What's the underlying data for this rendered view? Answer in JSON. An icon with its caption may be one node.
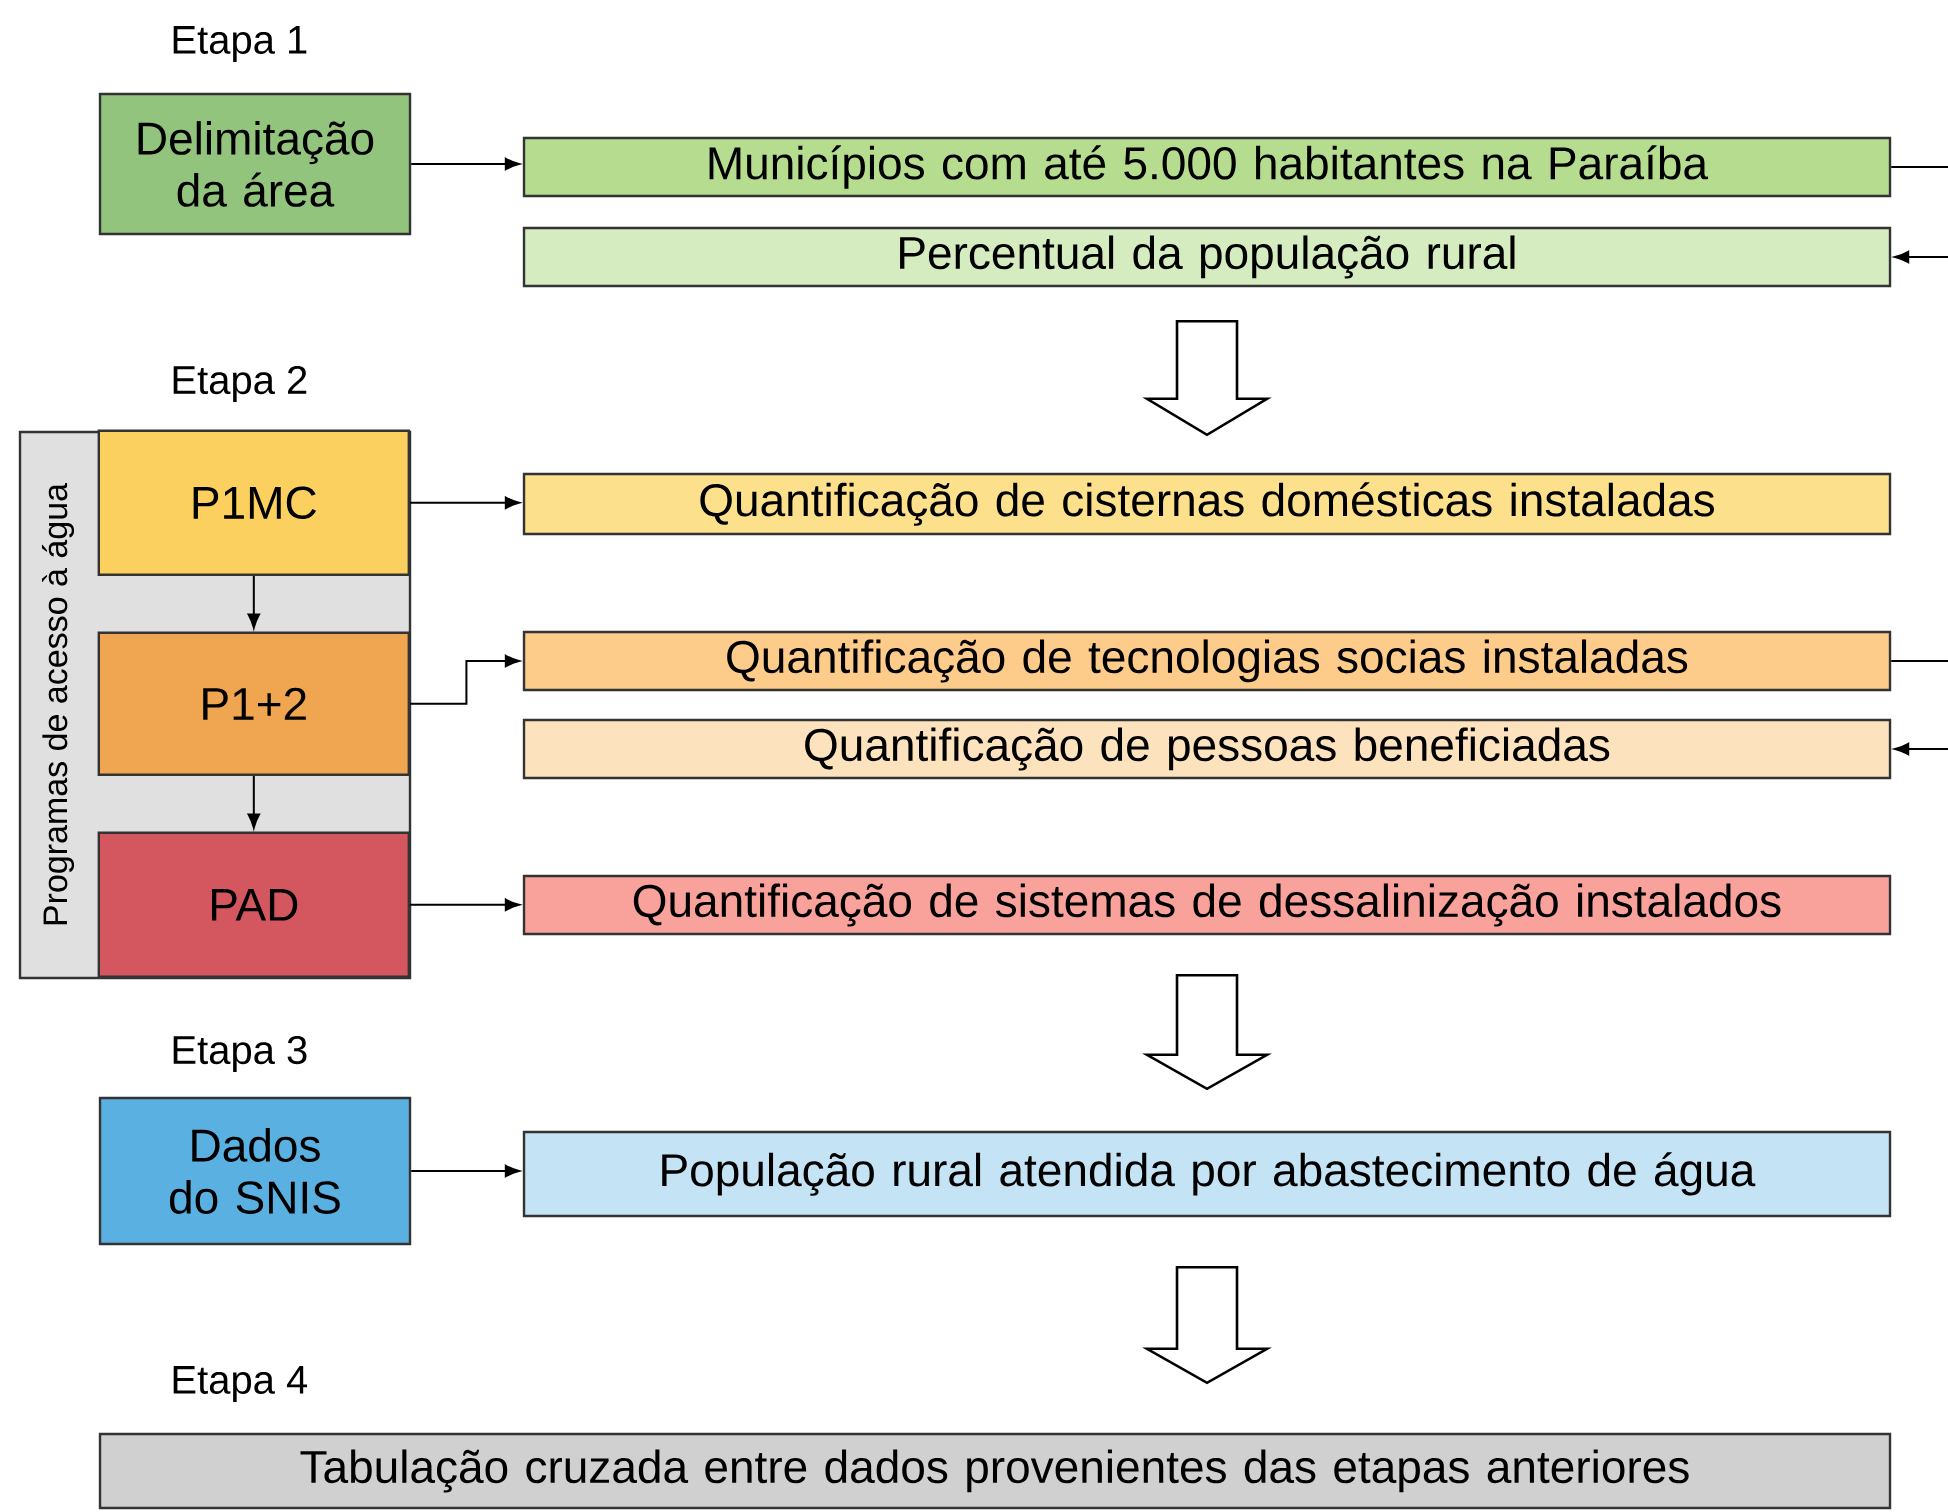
{
  "diagram": {
    "nodes": [
      {
        "text": [
          "Delimitação da área"
        ]
      },
      {
        "text": [
          "Municípios com até 5.000 habitantes na Paraíba"
        ]
      },
      {
        "text": [
          "Percentual da população rural"
        ]
      },
      {
        "text": [
          "Programas de acesso à água"
        ]
      },
      {
        "text": [
          "P1MC"
        ],
        "in": 3
      },
      {
        "text": [
          "P1+2"
        ],
        "in": 3
      },
      {
        "text": [
          "PAD"
        ],
        "in": 3
      },
      {
        "text": [
          "Quantificação de cisternas domésticas instaladas"
        ]
      },
      {
        "text": [
          "Quantificação de tecnologias socias instaladas"
        ]
      },
      {
        "text": [
          "Quantificação de pessoas beneficiadas"
        ]
      },
      {
        "text": [
          "Quantificação de sistemas de dessalinização instalados"
        ]
      },
      {
        "text": [
          "Dados do SNIS"
        ]
      },
      {
        "text": [
          "População rural atendida por abastecimento de água"
        ]
      },
      {
        "text": [
          "Tabulação cruzada entre dados provenientes das etapas anteriores"
        ]
      }
    ],
    "edges": [
      {
        "from": 0,
        "to": 1,
        "arrow": "to"
      },
      {
        "from": 1,
        "to": 2,
        "arrow": "to"
      },
      {
        "from": 2,
        "to": 7,
        "arrow": "to",
        "style": "thick"
      },
      {
        "from": 4,
        "to": 7,
        "arrow": "to"
      },
      {
        "from": 4,
        "to": 5,
        "arrow": "to"
      },
      {
        "from": 5,
        "to": 8,
        "arrow": "to"
      },
      {
        "from": 8,
        "to": 9,
        "arrow": "to"
      },
      {
        "from": 5,
        "to": 6,
        "arrow": "to"
      },
      {
        "from": 6,
        "to": 10,
        "arrow": "to"
      },
      {
        "from": 10,
        "to": 12,
        "arrow": "to",
        "style": "thick"
      },
      {
        "from": 11,
        "to": 12,
        "arrow": "to"
      },
      {
        "from": 12,
        "to": 13,
        "arrow": "to",
        "style": "thick"
      }
    ],
    "labels": [
      "Etapa 1",
      "Etapa 2",
      "Etapa 3",
      "Etapa 4"
    ]
  }
}
